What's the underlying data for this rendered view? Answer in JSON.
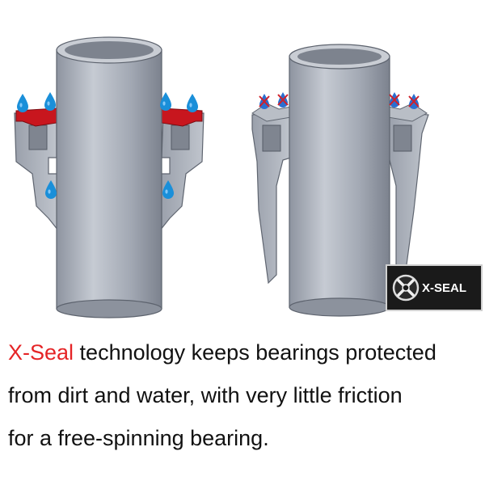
{
  "caption": {
    "line1_highlight": "X-Seal",
    "line1_rest": " technology keeps bearings protected",
    "line2": "from dirt and water, with very little friction",
    "line3": "for a free-spinning bearing."
  },
  "badge": {
    "label": "X-SEAL"
  },
  "colors": {
    "highlight": "#e52426",
    "seal_red": "#c8161e",
    "water_blue": "#1a8fd9",
    "tube_gray": "#a7adb8",
    "badge_bg": "#1a1a1a"
  },
  "icons": [
    "water-drop-icon",
    "blocked-drop-icon",
    "x-seal-logo-icon"
  ]
}
